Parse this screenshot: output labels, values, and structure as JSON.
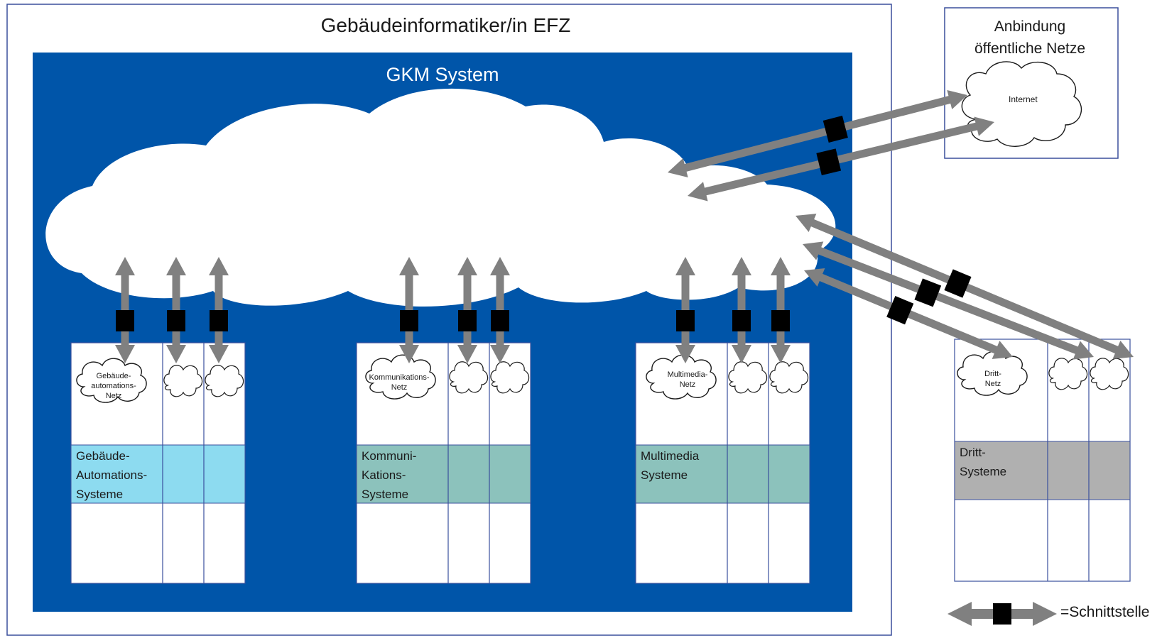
{
  "title": "Gebäudeinformatiker/in EFZ",
  "system": {
    "title": "GKM System"
  },
  "external": {
    "title_line1": "Anbindung",
    "title_line2": "öffentliche Netze",
    "internet_label": "Internet"
  },
  "groups": [
    {
      "net_label": "Gebäude-\nautomations-\nNetz",
      "system_label": "Gebäude-\nAutomations-\nSysteme",
      "color": "#8ddbf0"
    },
    {
      "net_label": "Kommunikations-\nNetz",
      "system_label": "Kommuni-\nKations-\nSysteme",
      "color": "#8cc2bc"
    },
    {
      "net_label": "Multimedia-\nNetz",
      "system_label": "Multimedia\nSysteme",
      "color": "#8cc2bc"
    },
    {
      "net_label": "Dritt-\nNetz",
      "system_label": "Dritt-\nSysteme",
      "color": "#b0b0b0"
    }
  ],
  "legend": {
    "text": "=Schnittstelle"
  },
  "colors": {
    "system_bg": "#0055a9",
    "border": "#3a4f9c",
    "arrow": "#808080",
    "interface": "#000000"
  }
}
